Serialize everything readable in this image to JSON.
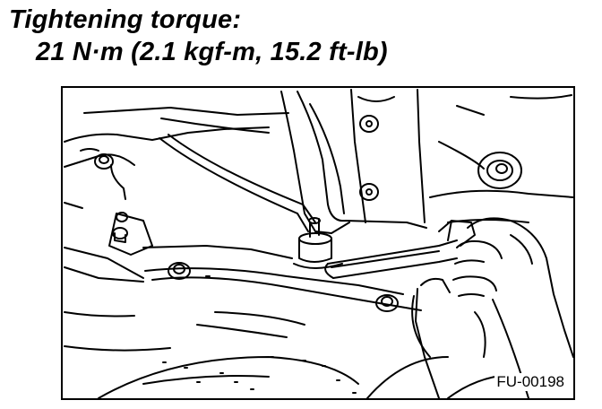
{
  "heading": {
    "label": "Tightening torque:",
    "value": "21 N·m (2.1 kgf-m, 15.2 ft-lb)"
  },
  "figure": {
    "id": "FU-00198",
    "icons": [
      "bolt-icon",
      "wrench-icon",
      "hand-icon"
    ]
  }
}
